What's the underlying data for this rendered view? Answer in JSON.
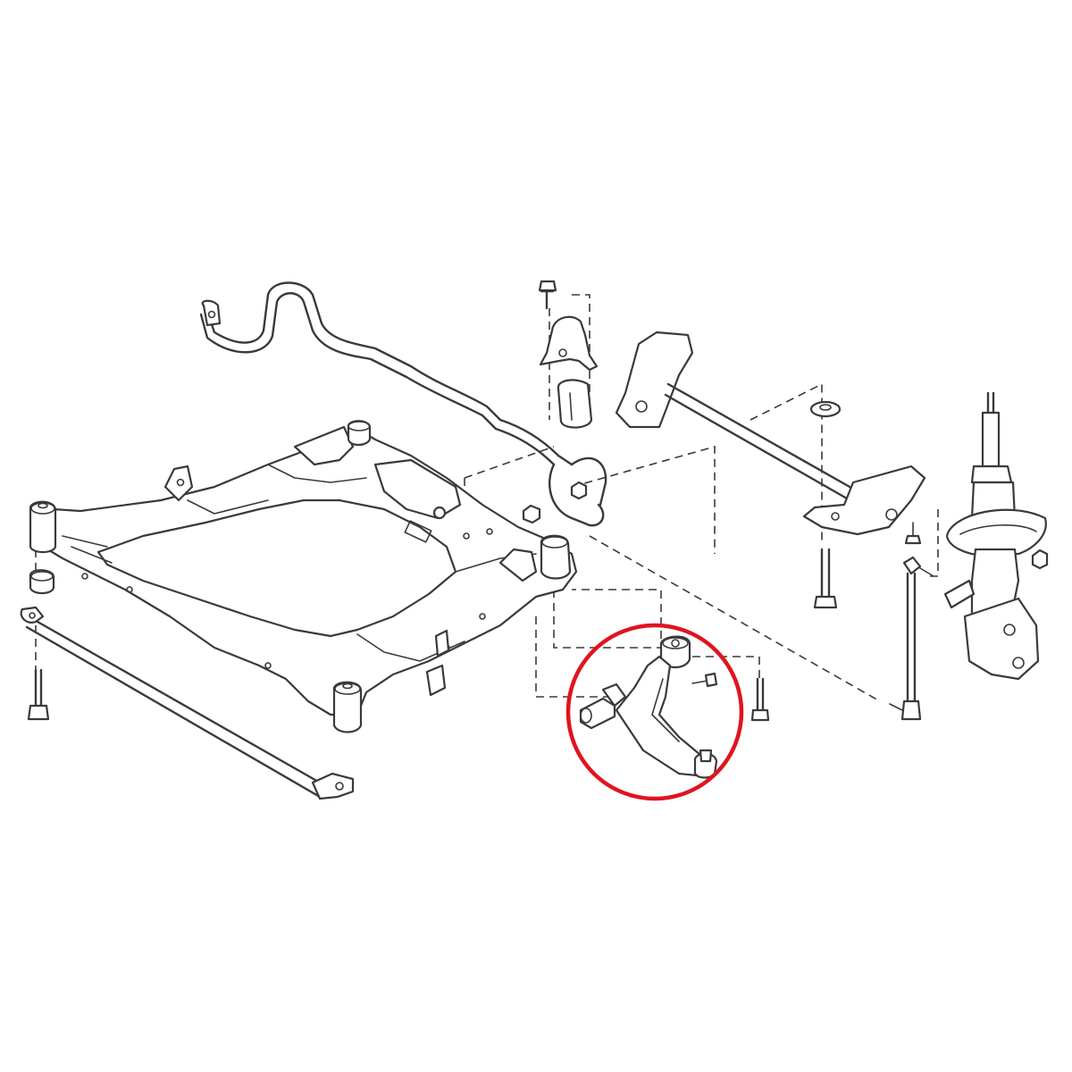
{
  "diagram": {
    "type": "exploded-parts-diagram",
    "parts": [
      "front-subframe",
      "stabilizer-bar",
      "stabilizer-bushing",
      "bushing-clamp",
      "rack-crossmember",
      "tension-rod",
      "lower-control-arm",
      "strut-assembly",
      "stabilizer-link",
      "bolts",
      "nuts"
    ],
    "highlight": {
      "target": "lower-control-arm",
      "shape": "circle",
      "color": "#e0141e"
    },
    "colors": {
      "line": "#3a3a3a",
      "background": "#ffffff"
    }
  }
}
